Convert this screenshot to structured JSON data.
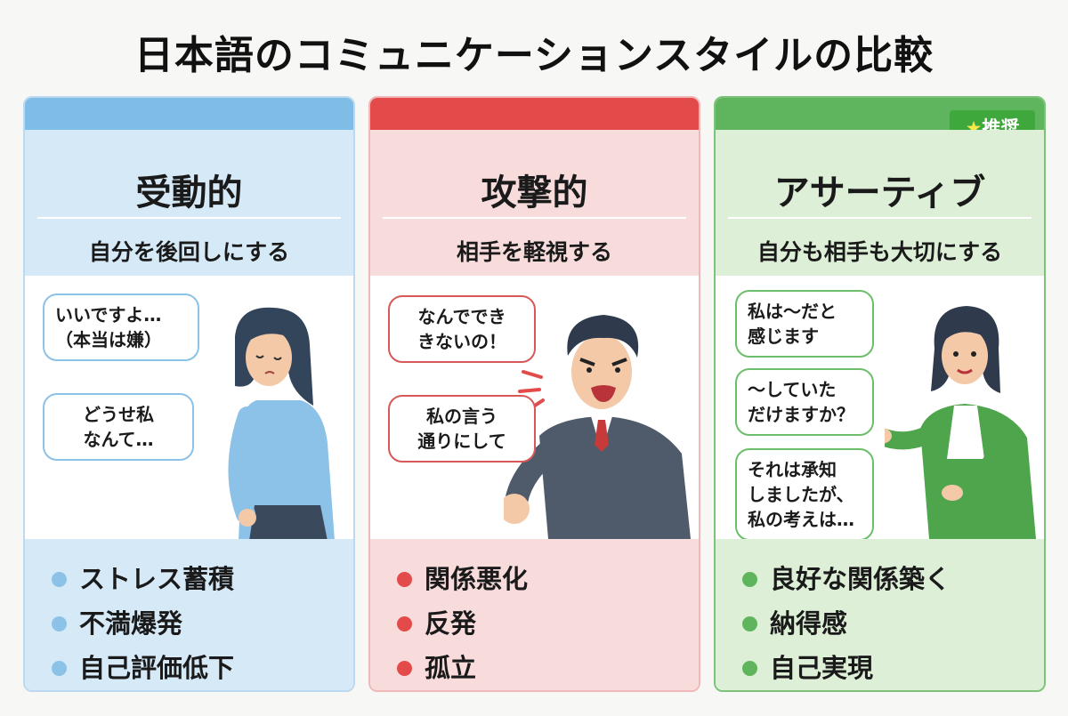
{
  "title": "日本語のコミュニケーションスタイルの比較",
  "cards": [
    {
      "title": "受動的",
      "subtitle": "自分を後回しにする",
      "bubbles": [
        "いいですよ…\n（本当は嫌）",
        "どうせ私\nなんて…"
      ],
      "bullets": [
        "ストレス蓄積",
        "不満爆発",
        "自己評価低下"
      ],
      "color": "#7fbde6"
    },
    {
      "title": "攻撃的",
      "subtitle": "相手を軽視する",
      "bubbles": [
        "なんででき\nきないの！",
        "私の言う\n通りにして"
      ],
      "bullets": [
        "関係悪化",
        "反発",
        "孤立"
      ],
      "color": "#e34b4b"
    },
    {
      "title": "アサーティブ",
      "subtitle": "自分も相手も大切にする",
      "badge": {
        "star": "★",
        "text": "推奨"
      },
      "bubbles": [
        "私は〜だと\n感じます",
        "〜していた\nだけますか？",
        "それは承知\nしましたが、\n私の考えは…"
      ],
      "bullets": [
        "良好な関係築く",
        "納得感",
        "自己実現"
      ],
      "color": "#5fb55e"
    }
  ]
}
